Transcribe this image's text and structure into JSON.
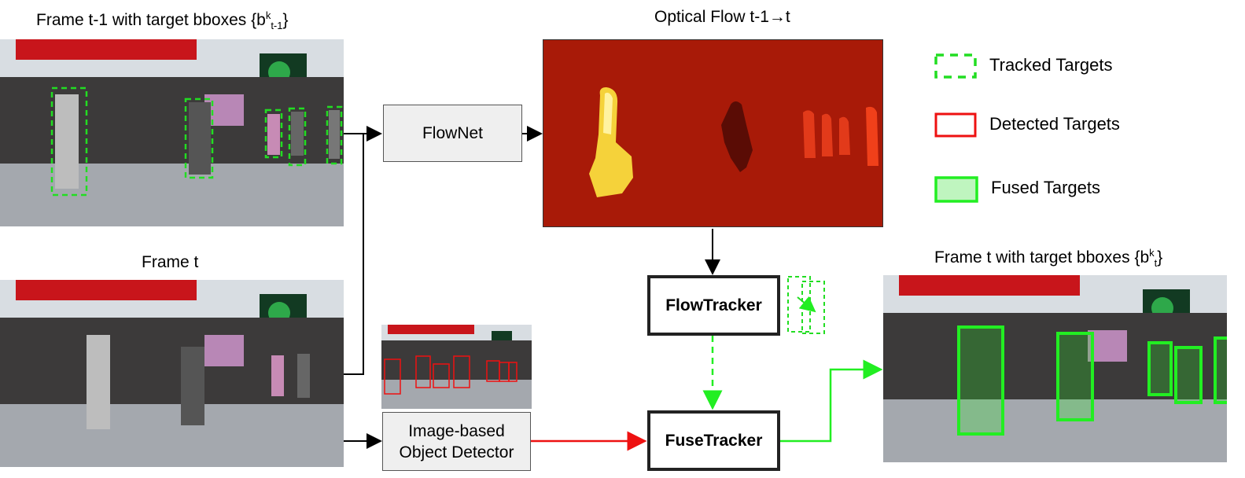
{
  "labels": {
    "frame_prev": "Frame t-1 with target bboxes {b",
    "frame_prev_sup": "k",
    "frame_prev_sub": "t-1",
    "frame_prev_end": "}",
    "frame_t": "Frame t",
    "optical_flow": "Optical Flow t-1→t",
    "frame_out": "Frame t with target bboxes {b",
    "frame_out_sup": "k",
    "frame_out_sub": "t",
    "frame_out_end": "}"
  },
  "boxes": {
    "flownet": "FlowNet",
    "detector_line1": "Image-based",
    "detector_line2": "Object Detector",
    "flowtracker": "FlowTracker",
    "fusetracker": "FuseTracker"
  },
  "legend": {
    "tracked": "Tracked Targets",
    "detected": "Detected Targets",
    "fused": "Fused Targets"
  },
  "colors": {
    "tracked": "#22dd22",
    "detected": "#ee1111",
    "fused": "#22ee22",
    "flow_bg": "#a81a08"
  }
}
